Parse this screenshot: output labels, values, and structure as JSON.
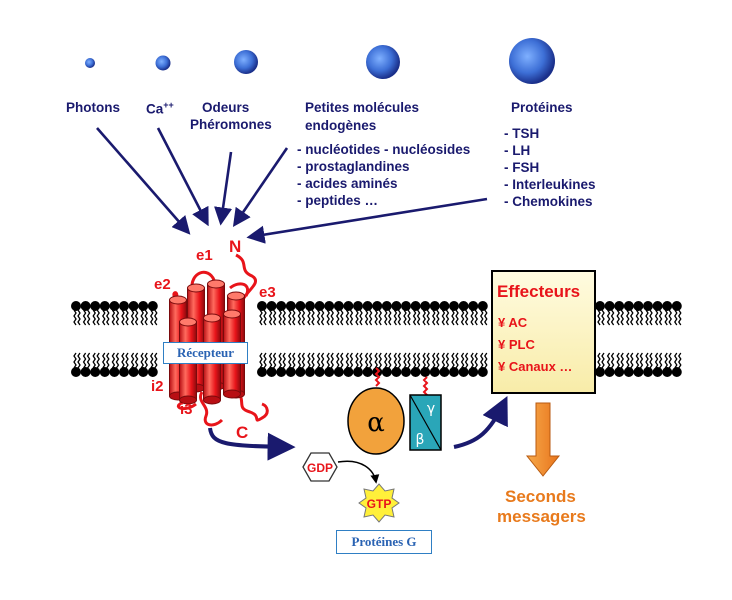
{
  "ligands": {
    "photons": "Photons",
    "calcium": "Ca",
    "calcium_charge": "++",
    "odeurs": "Odeurs",
    "pheromones": "Phéromones",
    "petites_1": "Petites molécules",
    "petites_2": "endogènes",
    "petites_items": [
      "- nucléotides - nucléosides",
      "- prostaglandines",
      "- acides aminés",
      "- peptides …"
    ],
    "proteines": "Protéines",
    "proteines_items": [
      "- TSH",
      "- LH",
      "- FSH",
      "- Interleukines",
      "- Chemokines"
    ]
  },
  "receptor": {
    "n_term": "N",
    "c_term": "C",
    "loops": [
      "e1",
      "e2",
      "e3",
      "i2",
      "i3"
    ],
    "label": "Récepteur"
  },
  "gprotein": {
    "alpha": "α",
    "beta": "β",
    "gamma": "γ",
    "gdp": "GDP",
    "gtp": "GTP",
    "label": "Protéines G"
  },
  "effecteurs": {
    "title": "Effecteurs",
    "items": [
      "¥ AC",
      "¥ PLC",
      "¥ Canaux …"
    ]
  },
  "seconds": [
    "Seconds",
    "messagers"
  ],
  "colors": {
    "navy": "#1a1a6e",
    "red": "#e8141a",
    "orange": "#e87a1c",
    "box_yellow": "#fdf7c4",
    "alpha_fill": "#f2a23c",
    "beta_fill": "#2aa6b8",
    "gtp_fill": "#fff03a",
    "membrane": "#000000"
  }
}
